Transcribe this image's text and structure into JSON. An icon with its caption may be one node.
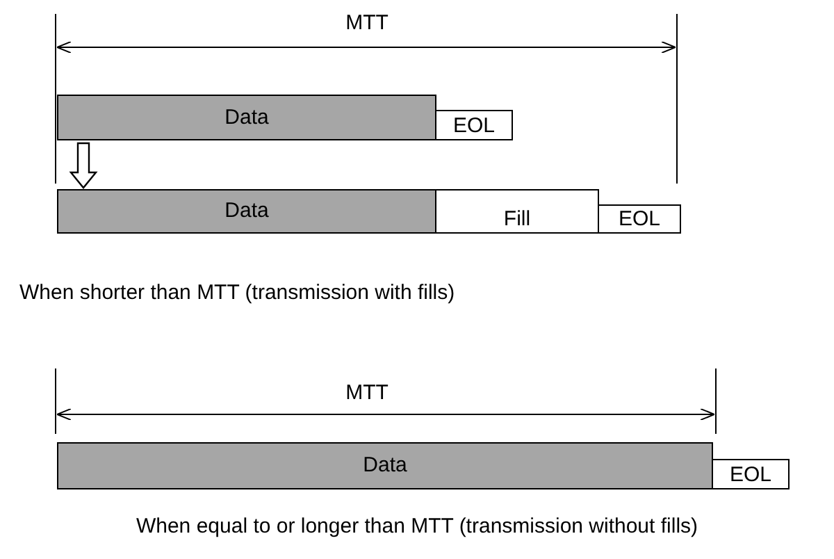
{
  "diagram": {
    "nodes": [
      {
        "text": [
          "Data"
        ]
      },
      {
        "text": [
          "EOL"
        ]
      },
      {
        "text": [
          "Data"
        ]
      },
      {
        "text": [
          "Fill"
        ]
      },
      {
        "text": [
          "EOL"
        ]
      },
      {
        "text": [
          "Data"
        ]
      },
      {
        "text": [
          "EOL"
        ]
      }
    ],
    "edges": [
      {
        "from": 0,
        "to": 2,
        "arrow": "to"
      }
    ],
    "labels": [
      "MTT",
      "When shorter than MTT (transmission with fills)",
      "MTT",
      "When equal to or longer than MTT (transmission without fills)"
    ]
  }
}
